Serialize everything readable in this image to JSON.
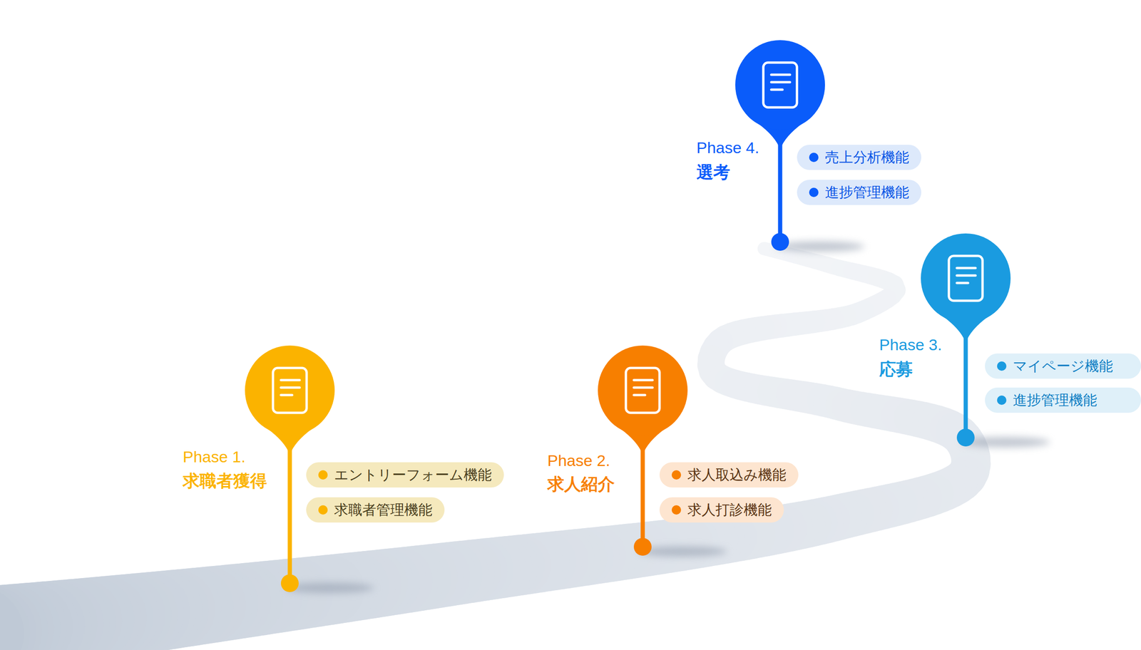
{
  "diagram": {
    "nodes": [
      {
        "text": [
          "エントリーフォーム機能"
        ]
      },
      {
        "text": [
          "求職者管理機能"
        ]
      },
      {
        "text": [
          "求人取込み機能"
        ]
      },
      {
        "text": [
          "求人打診機能"
        ]
      },
      {
        "text": [
          "マイページ機能"
        ]
      },
      {
        "text": [
          "進捗管理機能"
        ]
      },
      {
        "text": [
          "売上分析機能"
        ]
      },
      {
        "text": [
          "進捗管理機能"
        ]
      }
    ],
    "labels": [
      "Phase 1.",
      "求職者獲得",
      "Phase 2.",
      "求人紹介",
      "Phase 3.",
      "応募",
      "Phase 4.",
      "選考"
    ]
  }
}
